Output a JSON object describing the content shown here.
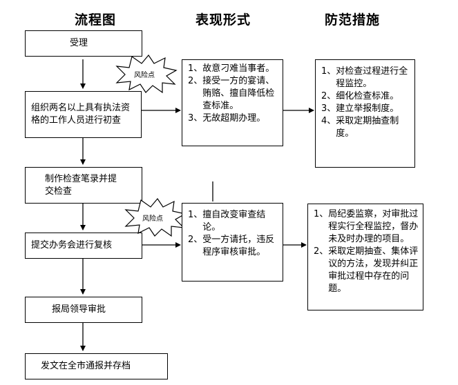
{
  "headers": {
    "flow": "流程图",
    "form": "表现形式",
    "prevent": "防范措施"
  },
  "flow_steps": [
    "受理",
    "组织两名以上具有执法资格的工作人员进行初查",
    "制作检查笔录并提交检查",
    "提交办务会进行复核",
    "报局领导审批",
    "发文在全市通报并存档"
  ],
  "risk_label": "风险点",
  "risk1": {
    "forms": [
      {
        "num": "1、",
        "text": "故意刁难当事者。"
      },
      {
        "num": "2、",
        "text": "接受一方的宴请、贿赂、擅自降低检查标准。"
      },
      {
        "num": "3、",
        "text": "无故超期办理。"
      }
    ],
    "measures": [
      {
        "num": "1、",
        "text": "对检查过程进行全程监控。"
      },
      {
        "num": "2、",
        "text": "细化检查标准。"
      },
      {
        "num": "3、",
        "text": "建立举报制度。"
      },
      {
        "num": "4、",
        "text": "采取定期抽查制度。"
      }
    ]
  },
  "risk2": {
    "forms": [
      {
        "num": "1、",
        "text": "擅自改变审查结论。"
      },
      {
        "num": "2、",
        "text": "受一方请托，违反程序审核审批。"
      }
    ],
    "measures": [
      {
        "num": "1、",
        "text": "局纪委监察，对审批过程实行全程监控，督办未及时办理的项目。"
      },
      {
        "num": "2、",
        "text": "采取定期抽查、集体评议的方法，发现并纠正审批过程中存在的问题。"
      }
    ]
  }
}
